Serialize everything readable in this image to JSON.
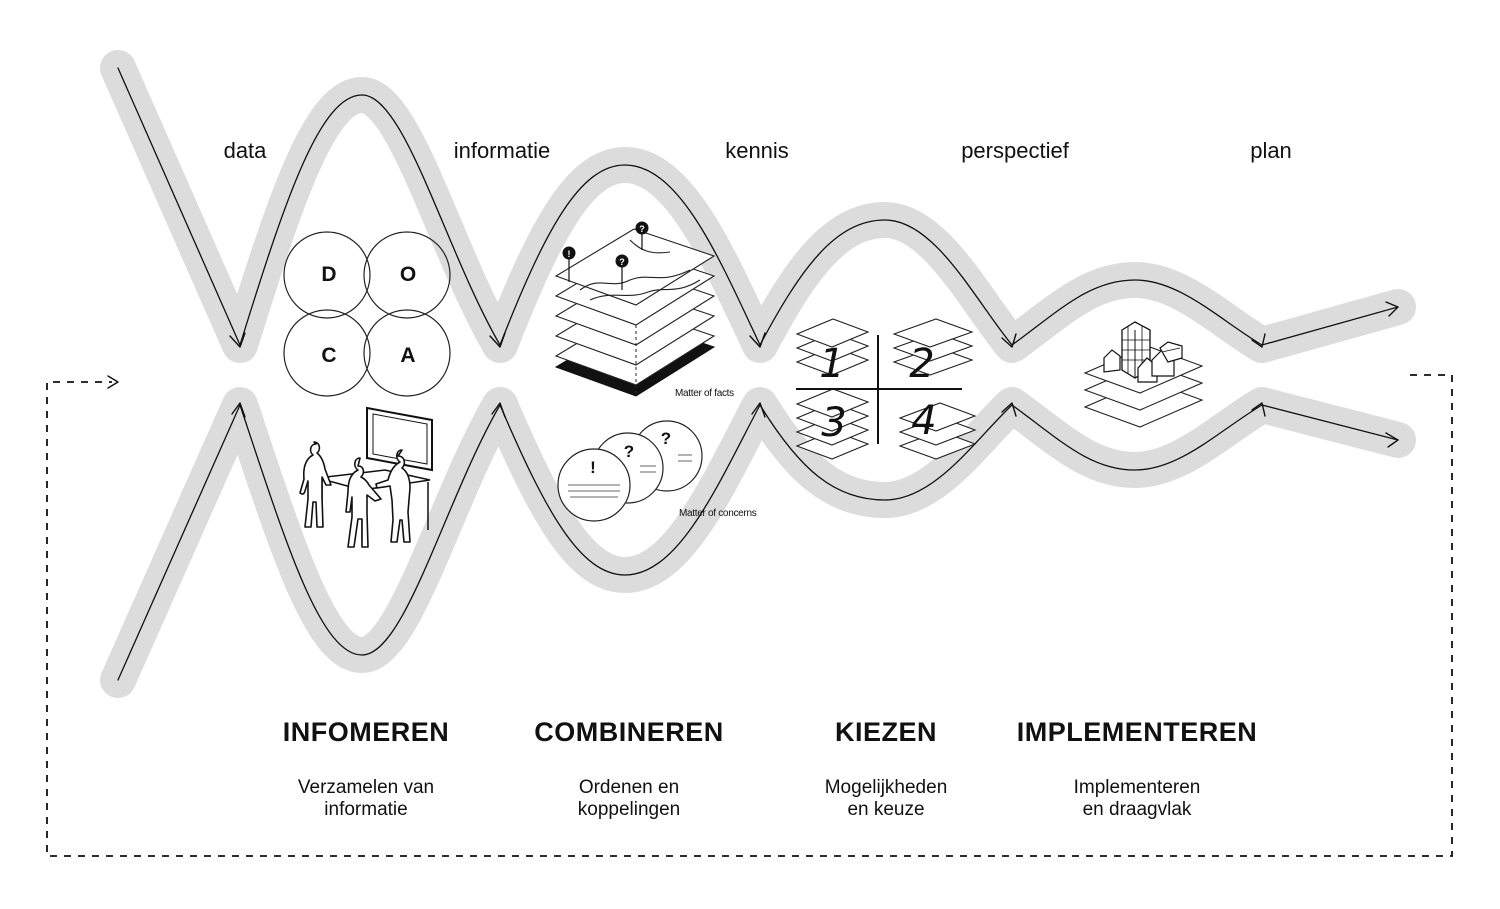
{
  "stages": [
    {
      "id": "data",
      "label": "data"
    },
    {
      "id": "informatie",
      "label": "informatie"
    },
    {
      "id": "kennis",
      "label": "kennis"
    },
    {
      "id": "perspectief",
      "label": "perspectief"
    },
    {
      "id": "plan",
      "label": "plan"
    }
  ],
  "doca_letters": [
    "D",
    "O",
    "C",
    "A"
  ],
  "captions": {
    "facts": "Matter of facts",
    "concerns": "Matter of concerns"
  },
  "concern_marks": [
    "!",
    "?",
    "?"
  ],
  "fact_pin_marks": [
    "!",
    "?",
    "?"
  ],
  "choice_numbers": [
    "1",
    "2",
    "3",
    "4"
  ],
  "phases": [
    {
      "title": "INFOMEREN",
      "desc_line1": "Verzamelen van",
      "desc_line2": "informatie"
    },
    {
      "title": "COMBINEREN",
      "desc_line1": "Ordenen en",
      "desc_line2": "koppelingen"
    },
    {
      "title": "KIEZEN",
      "desc_line1": "Mogelijkheden",
      "desc_line2": "en keuze"
    },
    {
      "title": "IMPLEMENTEREN",
      "desc_line1": "Implementeren",
      "desc_line2": "en draagvlak"
    }
  ],
  "colors": {
    "band": "#dcdcdc",
    "line": "#111111",
    "background": "#ffffff"
  }
}
